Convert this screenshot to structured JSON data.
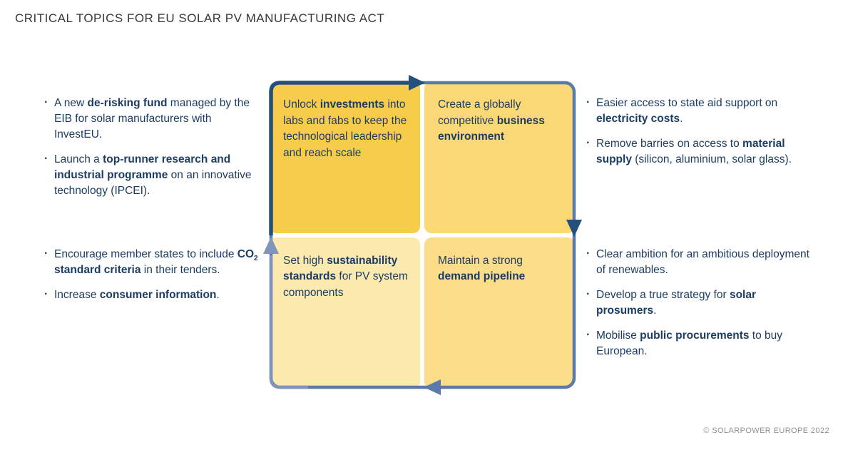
{
  "title": "CRITICAL TOPICS FOR EU SOLAR PV MANUFACTURING ACT",
  "footer": "© SOLARPOWER EUROPE 2022",
  "colors": {
    "title": "#35393F",
    "text": "#1C3D63",
    "navy": "#24507E",
    "slate": "#5C7AA9",
    "slate_light": "#8094BE",
    "footer": "#8E9094"
  },
  "matrix": {
    "quadrants": [
      {
        "name": "unlock-investments",
        "bg": "#F8CC4B",
        "segments": [
          {
            "text": "Unlock "
          },
          {
            "text": "investments",
            "bold": true
          },
          {
            "text": " into labs and fabs to keep the technological leadership and reach scale"
          }
        ]
      },
      {
        "name": "business-environment",
        "bg": "#FAD875",
        "segments": [
          {
            "text": "Create a globally competitive "
          },
          {
            "text": "business environment",
            "bold": true
          }
        ]
      },
      {
        "name": "sustainability-standards",
        "bg": "#FCE9AE",
        "segments": [
          {
            "text": "Set high "
          },
          {
            "text": "sustainability standards",
            "bold": true
          },
          {
            "text": " for PV system components"
          }
        ]
      },
      {
        "name": "demand-pipeline",
        "bg": "#FBDC88",
        "segments": [
          {
            "text": "Maintain a strong "
          },
          {
            "text": "demand pipeline",
            "bold": true
          }
        ]
      }
    ]
  },
  "left_column": {
    "top_bullets": [
      [
        {
          "text": "A new "
        },
        {
          "text": "de-risking fund",
          "bold": true
        },
        {
          "text": " managed by the EIB for solar manufacturers with InvestEU."
        }
      ],
      [
        {
          "text": "Launch a "
        },
        {
          "text": "top-runner research and industrial programme",
          "bold": true
        },
        {
          "text": " on an innovative technology (IPCEI)."
        }
      ]
    ],
    "bottom_bullets": [
      [
        {
          "text": "Encourage member states to include "
        },
        {
          "text": "CO",
          "bold": true
        },
        {
          "text": "2",
          "bold": true,
          "sub": true
        },
        {
          "text": " standard criteria",
          "bold": true
        },
        {
          "text": " in their tenders."
        }
      ],
      [
        {
          "text": "Increase "
        },
        {
          "text": "consumer information",
          "bold": true
        },
        {
          "text": "."
        }
      ]
    ]
  },
  "right_column": {
    "top_bullets": [
      [
        {
          "text": "Easier access to state aid support on "
        },
        {
          "text": "electricity costs",
          "bold": true
        },
        {
          "text": "."
        }
      ],
      [
        {
          "text": "Remove barries on access to "
        },
        {
          "text": "material supply",
          "bold": true
        },
        {
          "text": " (silicon, aluminium, solar glass)."
        }
      ]
    ],
    "bottom_bullets": [
      [
        {
          "text": "Clear ambition for an ambitious deployment of renewables."
        }
      ],
      [
        {
          "text": "Develop a true strategy for "
        },
        {
          "text": "solar prosumers",
          "bold": true
        },
        {
          "text": "."
        }
      ],
      [
        {
          "text": "Mobilise "
        },
        {
          "text": "public procurements",
          "bold": true
        },
        {
          "text": " to buy European."
        }
      ]
    ]
  }
}
